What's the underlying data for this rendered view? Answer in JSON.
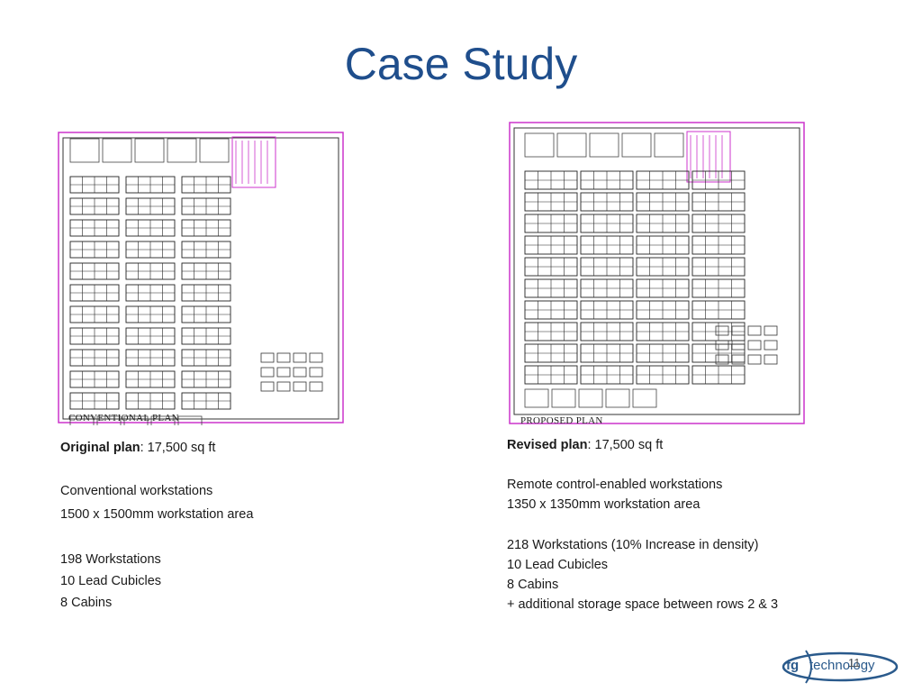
{
  "slide": {
    "title": "Case Study",
    "page_number": "11"
  },
  "left_plan": {
    "caption": "CONVENTIONAL PLAN",
    "heading": "Original plan",
    "area": ": 17,500 sq ft",
    "line1": "Conventional workstations",
    "line2": "1500 x 1500mm workstation area",
    "line3": "198 Workstations",
    "line4": "10 Lead Cubicles",
    "line5": "8 Cabins"
  },
  "right_plan": {
    "caption": "PROPOSED PLAN",
    "heading": "Revised plan",
    "area": ": 17,500 sq ft",
    "line1": "Remote control-enabled workstations",
    "line2": "1350 x 1350mm workstation area",
    "line3": "218 Workstations (10% Increase in density)",
    "line4": "10 Lead Cubicles",
    "line5": "8 Cabins",
    "line6": "+ additional storage space between rows 2 & 3"
  },
  "logo": {
    "part1": "fg",
    "part2": "technology"
  },
  "colors": {
    "title": "#1f4e8c",
    "plan_border": "#cc33cc",
    "logo_blue": "#2a5a8c"
  }
}
